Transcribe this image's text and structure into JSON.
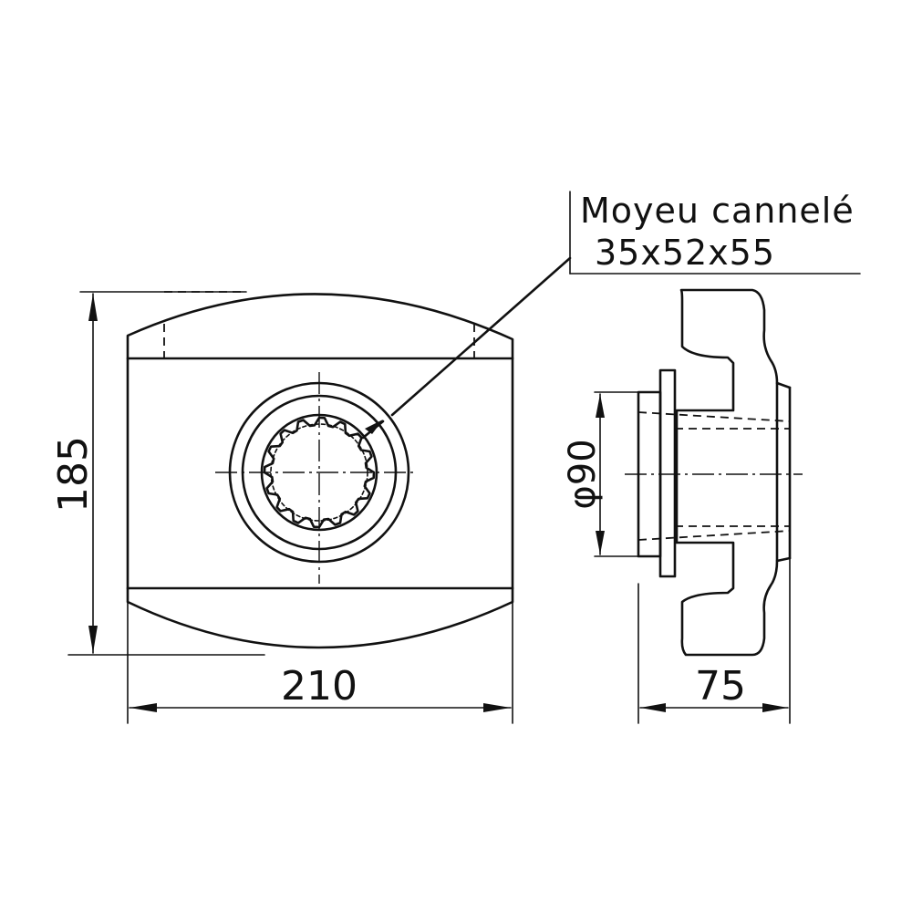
{
  "front_view": {
    "dim_height": "185",
    "dim_width": "210"
  },
  "side_view": {
    "dim_diameter": "φ90",
    "dim_thickness": "75"
  },
  "callout": {
    "line1": "Moyeu cannelé",
    "line2": "35x52x55"
  },
  "colors": {
    "ink": "#111111",
    "paper": "#ffffff"
  }
}
